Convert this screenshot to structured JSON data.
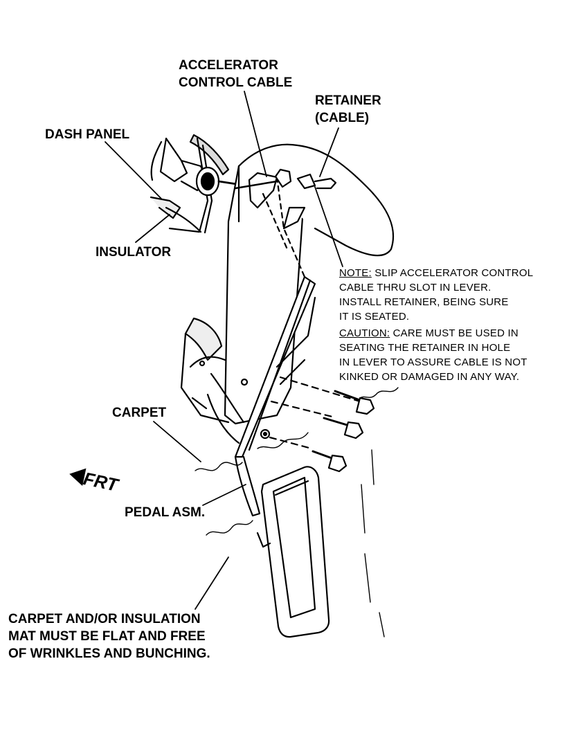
{
  "labels": {
    "accelerator_cable_1": "ACCELERATOR",
    "accelerator_cable_2": "CONTROL CABLE",
    "retainer_1": "RETAINER",
    "retainer_2": "(CABLE)",
    "dash_panel": "DASH PANEL",
    "insulator": "INSULATOR",
    "carpet": "CARPET",
    "frt": "FRT",
    "pedal_asm": "PEDAL ASM.",
    "carpet_note_1": "CARPET AND/OR INSULATION",
    "carpet_note_2": "MAT MUST BE FLAT AND FREE",
    "carpet_note_3": "OF WRINKLES AND BUNCHING."
  },
  "note": {
    "note_label": "NOTE:",
    "note_line_1": " SLIP ACCELERATOR CONTROL",
    "note_line_2": "CABLE THRU SLOT IN LEVER.",
    "note_line_3": "INSTALL RETAINER, BEING SURE",
    "note_line_4": "IT IS SEATED.",
    "caution_label": "CAUTION:",
    "caution_line_1": " CARE MUST BE USED IN",
    "caution_line_2": "SEATING THE RETAINER IN HOLE",
    "caution_line_3": "IN LEVER TO ASSURE CABLE IS NOT",
    "caution_line_4": "KINKED OR DAMAGED IN ANY WAY."
  }
}
